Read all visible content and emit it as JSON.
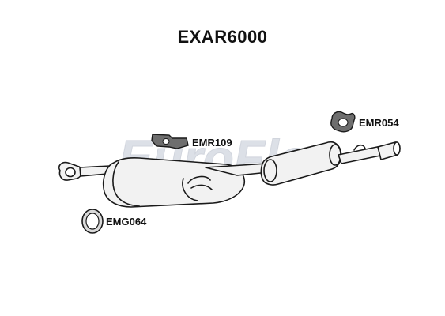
{
  "title": "EXAR6000",
  "watermark": "EuroFlo",
  "parts": {
    "emr054": "EMR054",
    "emr109": "EMR109",
    "emg064": "EMG064"
  },
  "colors": {
    "line": "#1a1a1a",
    "part_fill": "#f2f2f2",
    "rubber_fill": "#6e6e6e",
    "watermark": "#d7dbe3"
  }
}
